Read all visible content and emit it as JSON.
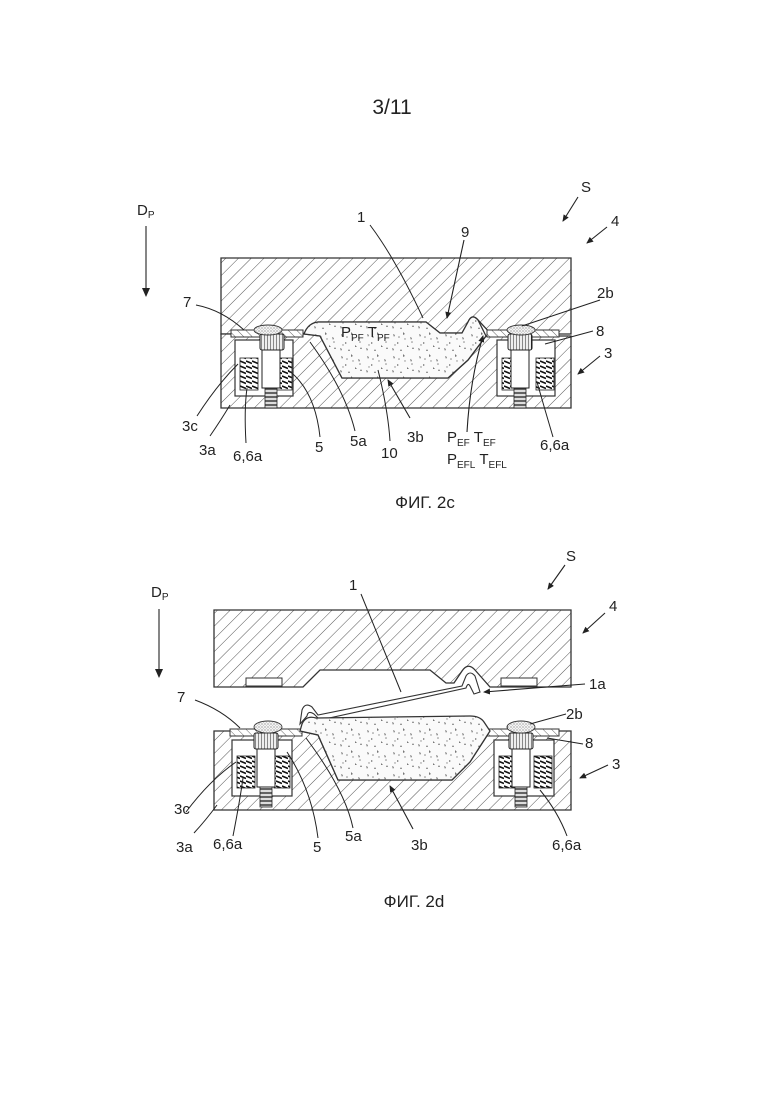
{
  "page": {
    "number": "3/11"
  },
  "fig_c": {
    "caption": "ФИГ. 2c",
    "direction": {
      "base": "D",
      "sub": "P"
    },
    "labels": {
      "s": "S",
      "l4": "4",
      "l1": "1",
      "l9": "9",
      "l2b": "2b",
      "l7": "7",
      "l8": "8",
      "l3": "3",
      "l3c": "3c",
      "l3a": "3a",
      "l66a_left": "6,6a",
      "l5": "5",
      "l5a": "5a",
      "l3b": "3b",
      "l10": "10",
      "l66a_right": "6,6a"
    },
    "formula_pf": {
      "p": "P",
      "p_sub": "PF",
      "t": "T",
      "t_sub": "PF"
    },
    "formula_ef": {
      "p": "P",
      "p_sub": "EF",
      "t": "T",
      "t_sub": "EF"
    },
    "formula_efl": {
      "p": "P",
      "p_sub": "EFL",
      "t": "T",
      "t_sub": "EFL"
    }
  },
  "fig_d": {
    "caption": "ФИГ. 2d",
    "direction": {
      "base": "D",
      "sub": "P"
    },
    "labels": {
      "s": "S",
      "l4": "4",
      "l1": "1",
      "l1a": "1a",
      "l7": "7",
      "l2b": "2b",
      "l8": "8",
      "l3": "3",
      "l3c": "3c",
      "l3a": "3a",
      "l66a_left": "6,6a",
      "l5": "5",
      "l5a": "5a",
      "l3b": "3b",
      "l66a_right": "6,6a"
    }
  }
}
